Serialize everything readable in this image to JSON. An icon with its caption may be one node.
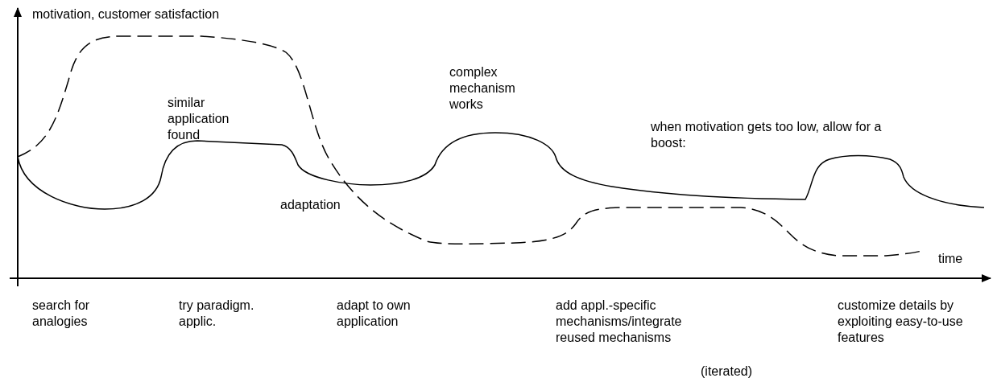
{
  "diagram": {
    "labels": [
      "motivation, customer satisfaction",
      "similar application found",
      "complex mechanism works",
      "when motivation gets too low, allow for a boost:",
      "adaptation",
      "time",
      "search for analogies",
      "try paradigm. applic.",
      "adapt to own application",
      "add appl.-specific mechanisms/integrate reused mechanisms",
      "customize details by exploiting easy-to-use features",
      "(iterated)"
    ]
  }
}
